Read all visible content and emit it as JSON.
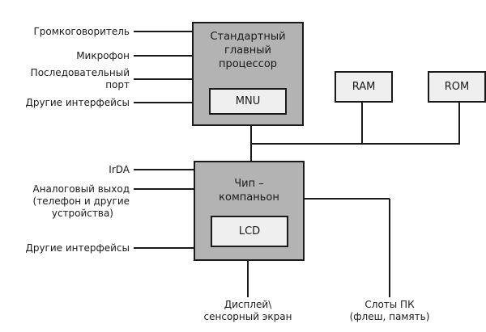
{
  "cpu": {
    "title_line1": "Стандартный",
    "title_line2": "главный",
    "title_line3": "процессор",
    "inner": "MNU"
  },
  "companion": {
    "title_line1": "Чип –",
    "title_line2": "компаньон",
    "inner": "LCD"
  },
  "memory": {
    "ram": "RAM",
    "rom": "ROM"
  },
  "cpu_inputs": [
    {
      "line1": "Громкоговоритель"
    },
    {
      "line1": "Микрофон"
    },
    {
      "line1": "Последовательный",
      "line2": "порт"
    },
    {
      "line1": "Другие интерфейсы"
    }
  ],
  "companion_inputs": [
    {
      "line1": "IrDA"
    },
    {
      "line1": "Аналоговый выход",
      "line2": "(телефон и другие",
      "line3": "устройства)"
    },
    {
      "line1": "Другие интерфейсы"
    }
  ],
  "outputs": {
    "display_line1": "Дисплей\\",
    "display_line2": "сенсорный экран",
    "slots_line1": "Слоты ПК",
    "slots_line2": "(флеш, память)"
  }
}
